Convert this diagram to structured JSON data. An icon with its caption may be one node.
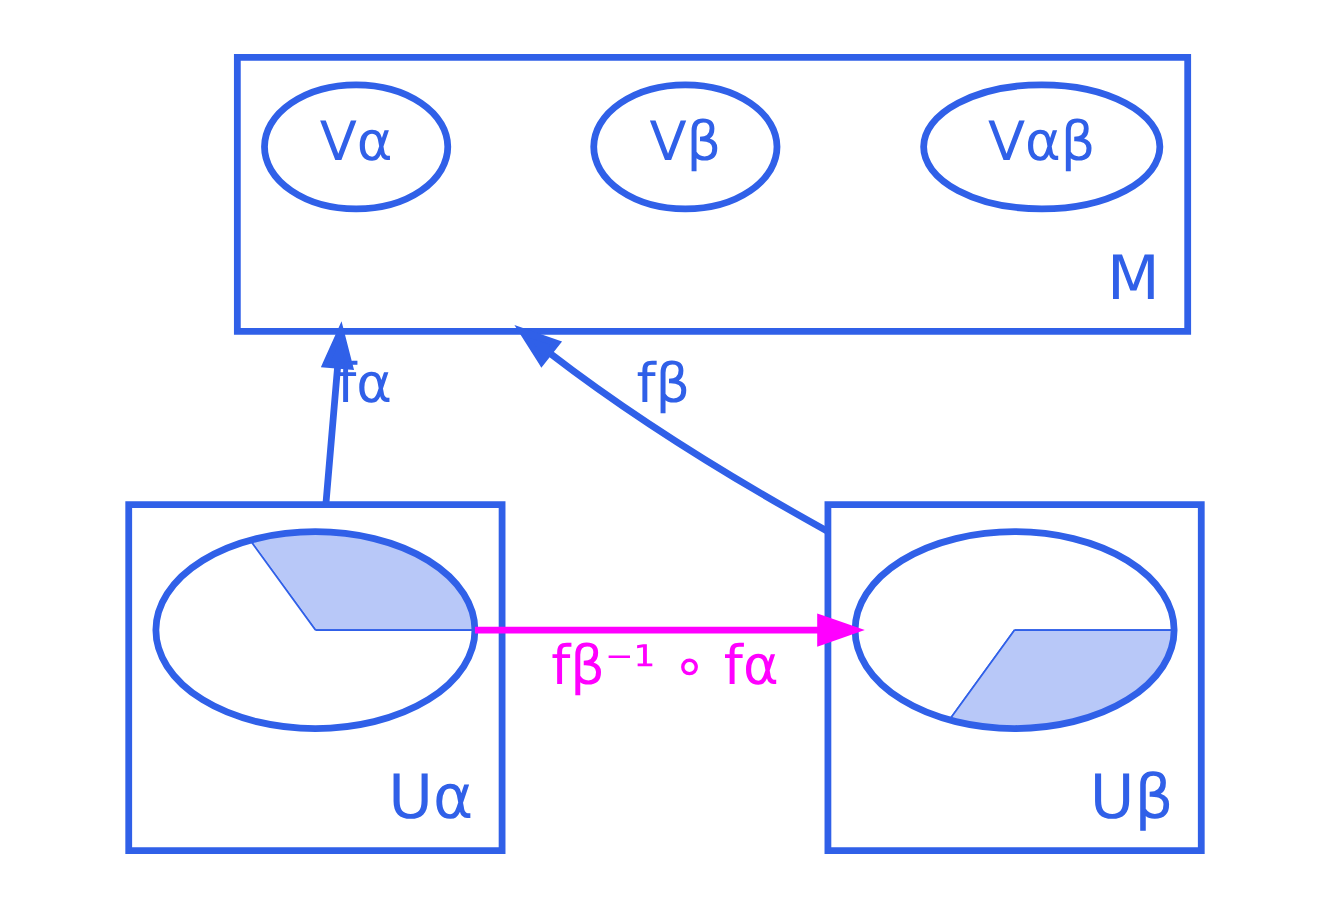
{
  "diagram": {
    "nodes": [
      {
        "text": [
          "M"
        ]
      },
      {
        "text": [
          "Vα"
        ],
        "in": 0
      },
      {
        "text": [
          "Vβ"
        ],
        "in": 0
      },
      {
        "text": [
          "Vαβ"
        ],
        "in": 0
      },
      {
        "text": [
          "Uα"
        ]
      },
      {
        "text": [],
        "shape": "circle",
        "in": 4
      },
      {
        "text": [
          "Uβ"
        ]
      },
      {
        "text": [],
        "shape": "circle",
        "in": 6
      }
    ],
    "edges": [
      {
        "from": 4,
        "to": 0,
        "arrow": "to",
        "label": "fα"
      },
      {
        "from": 6,
        "to": 0,
        "arrow": "to",
        "label": "fβ"
      },
      {
        "from": 5,
        "to": 7,
        "arrow": "to",
        "label": "fβ⁻¹ ∘ fα",
        "color": "#ff00ff"
      }
    ]
  }
}
